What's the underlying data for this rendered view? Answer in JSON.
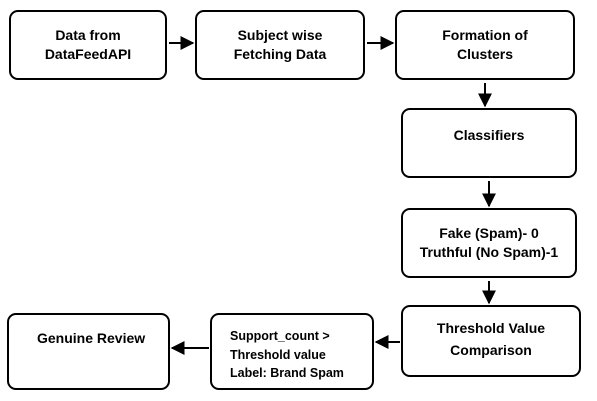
{
  "diagram": {
    "nodes": [
      {
        "id": "data-source",
        "lines": [
          "Data from",
          "DataFeedAPI"
        ]
      },
      {
        "id": "fetching",
        "lines": [
          "Subject wise",
          "Fetching Data"
        ]
      },
      {
        "id": "clusters",
        "lines": [
          "Formation of",
          "Clusters"
        ]
      },
      {
        "id": "classifiers",
        "lines": [
          "Classifiers"
        ]
      },
      {
        "id": "labels",
        "lines": [
          "Fake (Spam)- 0",
          "Truthful (No Spam)-1"
        ]
      },
      {
        "id": "threshold",
        "lines": [
          "Threshold Value",
          "Comparison"
        ]
      },
      {
        "id": "support",
        "lines": [
          "Support_count >",
          "Threshold value",
          "Label: Brand Spam"
        ]
      },
      {
        "id": "genuine",
        "lines": [
          "Genuine Review"
        ]
      }
    ],
    "edges": [
      {
        "from": "data-source",
        "to": "fetching"
      },
      {
        "from": "fetching",
        "to": "clusters"
      },
      {
        "from": "clusters",
        "to": "classifiers"
      },
      {
        "from": "classifiers",
        "to": "labels"
      },
      {
        "from": "labels",
        "to": "threshold"
      },
      {
        "from": "threshold",
        "to": "support"
      },
      {
        "from": "support",
        "to": "genuine"
      }
    ]
  }
}
